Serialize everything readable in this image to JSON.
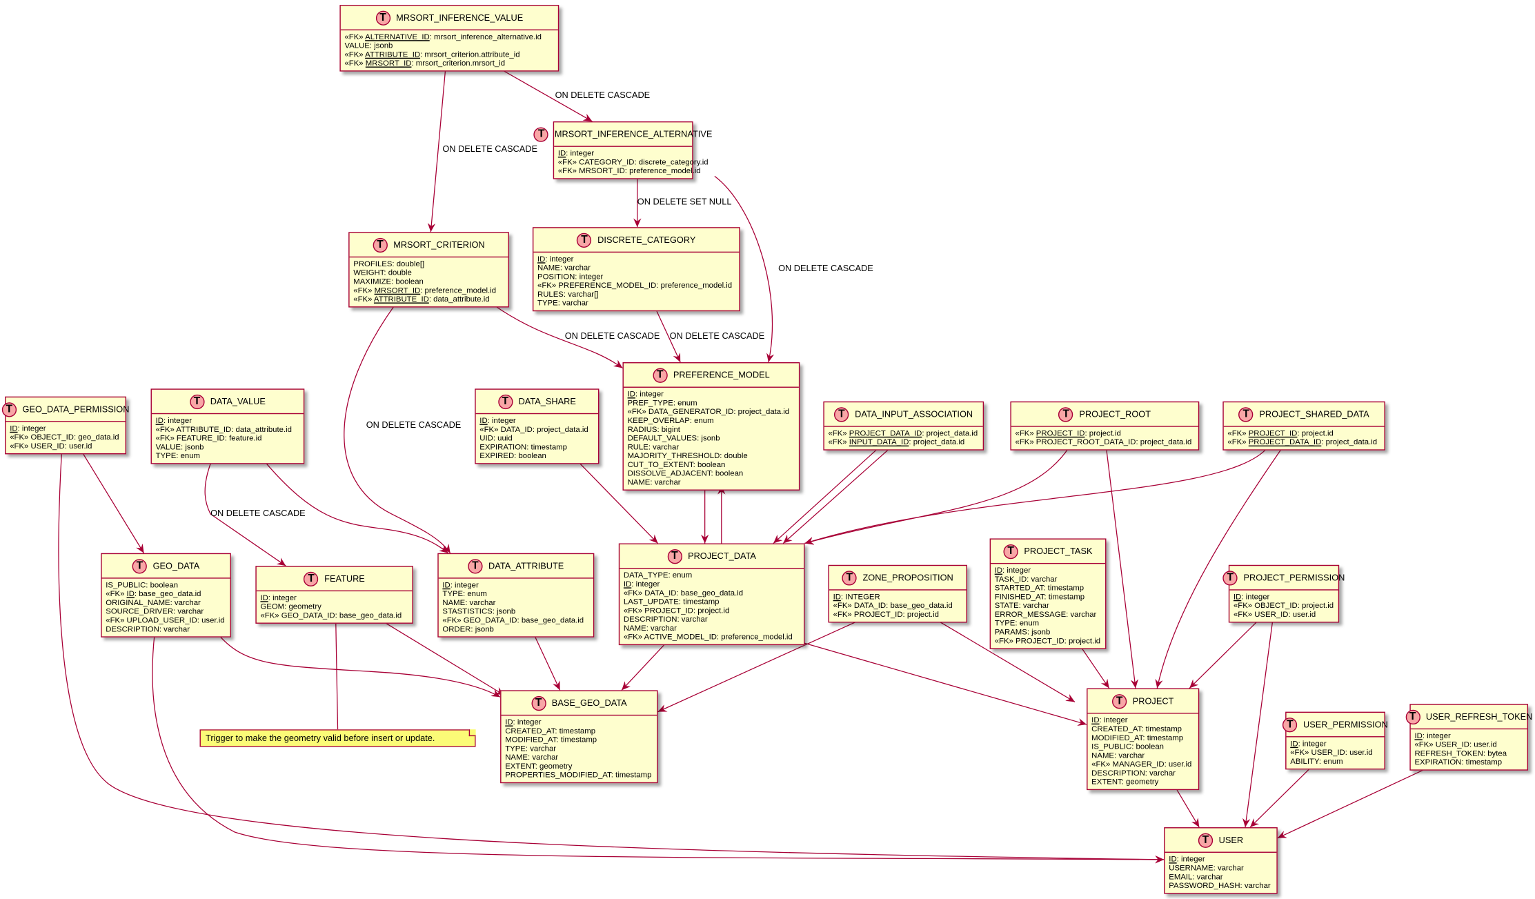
{
  "badge_letter": "T",
  "fk_label": "«FK»",
  "colors": {
    "border": "#A80036",
    "fill": "#FEFECE",
    "badge": "#F8A6A6",
    "note": "#FBFB77"
  },
  "tables": [
    {
      "name": "MRSORT_INFERENCE_VALUE",
      "fields": [
        [
          1,
          "ALTERNATIVE_ID",
          1,
          "mrsort_inference_alternative.id"
        ],
        [
          0,
          "VALUE",
          0,
          "jsonb"
        ],
        [
          1,
          "ATTRIBUTE_ID",
          1,
          "mrsort_criterion.attribute_id"
        ],
        [
          1,
          "MRSORT_ID",
          1,
          "mrsort_criterion.mrsort_id"
        ]
      ]
    },
    {
      "name": "MRSORT_INFERENCE_ALTERNATIVE",
      "fields": [
        [
          0,
          "ID",
          1,
          "integer"
        ],
        [
          1,
          "CATEGORY_ID",
          0,
          "discrete_category.id"
        ],
        [
          1,
          "MRSORT_ID",
          0,
          "preference_model.id"
        ]
      ]
    },
    {
      "name": "MRSORT_CRITERION",
      "fields": [
        [
          0,
          "PROFILES",
          0,
          "double[]"
        ],
        [
          0,
          "WEIGHT",
          0,
          "double"
        ],
        [
          0,
          "MAXIMIZE",
          0,
          "boolean"
        ],
        [
          1,
          "MRSORT_ID",
          1,
          "preference_model.id"
        ],
        [
          1,
          "ATTRIBUTE_ID",
          1,
          "data_attribute.id"
        ]
      ]
    },
    {
      "name": "DISCRETE_CATEGORY",
      "fields": [
        [
          0,
          "ID",
          1,
          "integer"
        ],
        [
          0,
          "NAME",
          0,
          "varchar"
        ],
        [
          0,
          "POSITION",
          0,
          "integer"
        ],
        [
          1,
          "PREFERENCE_MODEL_ID",
          0,
          "preference_model.id"
        ],
        [
          0,
          "RULES",
          0,
          "varchar[]"
        ],
        [
          0,
          "TYPE",
          0,
          "varchar"
        ]
      ]
    },
    {
      "name": "PREFERENCE_MODEL",
      "fields": [
        [
          0,
          "ID",
          1,
          "integer"
        ],
        [
          0,
          "PREF_TYPE",
          0,
          "enum"
        ],
        [
          1,
          "DATA_GENERATOR_ID",
          0,
          "project_data.id"
        ],
        [
          0,
          "KEEP_OVERLAP",
          0,
          "enum"
        ],
        [
          0,
          "RADIUS",
          0,
          "bigint"
        ],
        [
          0,
          "DEFAULT_VALUES",
          0,
          "jsonb"
        ],
        [
          0,
          "RULE",
          0,
          "varchar"
        ],
        [
          0,
          "MAJORITY_THRESHOLD",
          0,
          "double"
        ],
        [
          0,
          "CUT_TO_EXTENT",
          0,
          "boolean"
        ],
        [
          0,
          "DISSOLVE_ADJACENT",
          0,
          "boolean"
        ],
        [
          0,
          "NAME",
          0,
          "varchar"
        ]
      ]
    },
    {
      "name": "GEO_DATA_PERMISSION",
      "fields": [
        [
          0,
          "ID",
          1,
          "integer"
        ],
        [
          1,
          "OBJECT_ID",
          0,
          "geo_data.id"
        ],
        [
          1,
          "USER_ID",
          0,
          "user.id"
        ]
      ]
    },
    {
      "name": "DATA_VALUE",
      "fields": [
        [
          0,
          "ID",
          1,
          "integer"
        ],
        [
          1,
          "ATTRIBUTE_ID",
          0,
          "data_attribute.id"
        ],
        [
          1,
          "FEATURE_ID",
          0,
          "feature.id"
        ],
        [
          0,
          "VALUE",
          0,
          "jsonb"
        ],
        [
          0,
          "TYPE",
          0,
          "enum"
        ]
      ]
    },
    {
      "name": "DATA_SHARE",
      "fields": [
        [
          0,
          "ID",
          1,
          "integer"
        ],
        [
          1,
          "DATA_ID",
          0,
          "project_data.id"
        ],
        [
          0,
          "UID",
          0,
          "uuid"
        ],
        [
          0,
          "EXPIRATION",
          0,
          "timestamp"
        ],
        [
          0,
          "EXPIRED",
          0,
          "boolean"
        ]
      ]
    },
    {
      "name": "DATA_INPUT_ASSOCIATION",
      "fields": [
        [
          1,
          "PROJECT_DATA_ID",
          1,
          "project_data.id"
        ],
        [
          1,
          "INPUT_DATA_ID",
          1,
          "project_data.id"
        ]
      ]
    },
    {
      "name": "PROJECT_ROOT",
      "fields": [
        [
          1,
          "PROJECT_ID",
          1,
          "project.id"
        ],
        [
          1,
          "PROJECT_ROOT_DATA_ID",
          0,
          "project_data.id"
        ]
      ]
    },
    {
      "name": "PROJECT_SHARED_DATA",
      "fields": [
        [
          1,
          "PROJECT_ID",
          1,
          "project.id"
        ],
        [
          1,
          "PROJECT_DATA_ID",
          1,
          "project_data.id"
        ]
      ]
    },
    {
      "name": "GEO_DATA",
      "fields": [
        [
          0,
          "IS_PUBLIC",
          0,
          "boolean"
        ],
        [
          1,
          "ID",
          1,
          "base_geo_data.id"
        ],
        [
          0,
          "ORIGINAL_NAME",
          0,
          "varchar"
        ],
        [
          0,
          "SOURCE_DRIVER",
          0,
          "varchar"
        ],
        [
          1,
          "UPLOAD_USER_ID",
          0,
          "user.id"
        ],
        [
          0,
          "DESCRIPTION",
          0,
          "varchar"
        ]
      ]
    },
    {
      "name": "FEATURE",
      "fields": [
        [
          0,
          "ID",
          1,
          "integer"
        ],
        [
          0,
          "GEOM",
          0,
          "geometry"
        ],
        [
          1,
          "GEO_DATA_ID",
          0,
          "base_geo_data.id"
        ]
      ]
    },
    {
      "name": "DATA_ATTRIBUTE",
      "fields": [
        [
          0,
          "ID",
          1,
          "integer"
        ],
        [
          0,
          "TYPE",
          0,
          "enum"
        ],
        [
          0,
          "NAME",
          0,
          "varchar"
        ],
        [
          0,
          "STASTISTICS",
          0,
          "jsonb"
        ],
        [
          1,
          "GEO_DATA_ID",
          0,
          "base_geo_data.id"
        ],
        [
          0,
          "ORDER",
          0,
          "jsonb"
        ]
      ]
    },
    {
      "name": "PROJECT_DATA",
      "fields": [
        [
          0,
          "DATA_TYPE",
          0,
          "enum"
        ],
        [
          0,
          "ID",
          1,
          "integer"
        ],
        [
          1,
          "DATA_ID",
          0,
          "base_geo_data.id"
        ],
        [
          0,
          "LAST_UPDATE",
          0,
          "timestamp"
        ],
        [
          1,
          "PROJECT_ID",
          0,
          "project.id"
        ],
        [
          0,
          "DESCRIPTION",
          0,
          "varchar"
        ],
        [
          0,
          "NAME",
          0,
          "varchar"
        ],
        [
          1,
          "ACTIVE_MODEL_ID",
          0,
          "preference_model.id"
        ]
      ]
    },
    {
      "name": "ZONE_PROPOSITION",
      "fields": [
        [
          0,
          "ID",
          1,
          "INTEGER"
        ],
        [
          1,
          "DATA_ID",
          0,
          "base_geo_data.id"
        ],
        [
          1,
          "PROJECT_ID",
          0,
          "project.id"
        ]
      ]
    },
    {
      "name": "PROJECT_TASK",
      "fields": [
        [
          0,
          "ID",
          1,
          "integer"
        ],
        [
          0,
          "TASK_ID",
          0,
          "varchar"
        ],
        [
          0,
          "STARTED_AT",
          0,
          "timestamp"
        ],
        [
          0,
          "FINISHED_AT",
          0,
          "timestamp"
        ],
        [
          0,
          "STATE",
          0,
          "varchar"
        ],
        [
          0,
          "ERROR_MESSAGE",
          0,
          "varchar"
        ],
        [
          0,
          "TYPE",
          0,
          "enum"
        ],
        [
          0,
          "PARAMS",
          0,
          "jsonb"
        ],
        [
          1,
          "PROJECT_ID",
          0,
          "project.id"
        ]
      ]
    },
    {
      "name": "PROJECT_PERMISSION",
      "fields": [
        [
          0,
          "ID",
          1,
          "integer"
        ],
        [
          1,
          "OBJECT_ID",
          0,
          "project.id"
        ],
        [
          1,
          "USER_ID",
          0,
          "user.id"
        ]
      ]
    },
    {
      "name": "BASE_GEO_DATA",
      "fields": [
        [
          0,
          "ID",
          1,
          "integer"
        ],
        [
          0,
          "CREATED_AT",
          0,
          "timestamp"
        ],
        [
          0,
          "MODIFIED_AT",
          0,
          "timestamp"
        ],
        [
          0,
          "TYPE",
          0,
          "varchar"
        ],
        [
          0,
          "NAME",
          0,
          "varchar"
        ],
        [
          0,
          "EXTENT",
          0,
          "geometry"
        ],
        [
          0,
          "PROPERTIES_MODIFIED_AT",
          0,
          "timestamp"
        ]
      ]
    },
    {
      "name": "PROJECT",
      "fields": [
        [
          0,
          "ID",
          1,
          "integer"
        ],
        [
          0,
          "CREATED_AT",
          0,
          "timestamp"
        ],
        [
          0,
          "MODIFIED_AT",
          0,
          "timestamp"
        ],
        [
          0,
          "IS_PUBLIC",
          0,
          "boolean"
        ],
        [
          0,
          "NAME",
          0,
          "varchar"
        ],
        [
          1,
          "MANAGER_ID",
          0,
          "user.id"
        ],
        [
          0,
          "DESCRIPTION",
          0,
          "varchar"
        ],
        [
          0,
          "EXTENT",
          0,
          "geometry"
        ]
      ]
    },
    {
      "name": "USER_PERMISSION",
      "fields": [
        [
          0,
          "ID",
          1,
          "integer"
        ],
        [
          1,
          "USER_ID",
          0,
          "user.id"
        ],
        [
          0,
          "ABILITY",
          0,
          "enum"
        ]
      ]
    },
    {
      "name": "USER_REFRESH_TOKEN",
      "fields": [
        [
          0,
          "ID",
          1,
          "integer"
        ],
        [
          1,
          "USER_ID",
          0,
          "user.id"
        ],
        [
          0,
          "REFRESH_TOKEN",
          0,
          "bytea"
        ],
        [
          0,
          "EXPIRATION",
          0,
          "timestamp"
        ]
      ]
    },
    {
      "name": "USER",
      "fields": [
        [
          0,
          "ID",
          1,
          "integer"
        ],
        [
          0,
          "USERNAME",
          0,
          "varchar"
        ],
        [
          0,
          "EMAIL",
          0,
          "varchar"
        ],
        [
          0,
          "PASSWORD_HASH",
          0,
          "varchar"
        ]
      ]
    }
  ],
  "edge_labels": {
    "cascade": "ON DELETE CASCADE",
    "set_null": "ON DELETE SET NULL"
  },
  "note": "Trigger to make the geometry valid before insert or update."
}
